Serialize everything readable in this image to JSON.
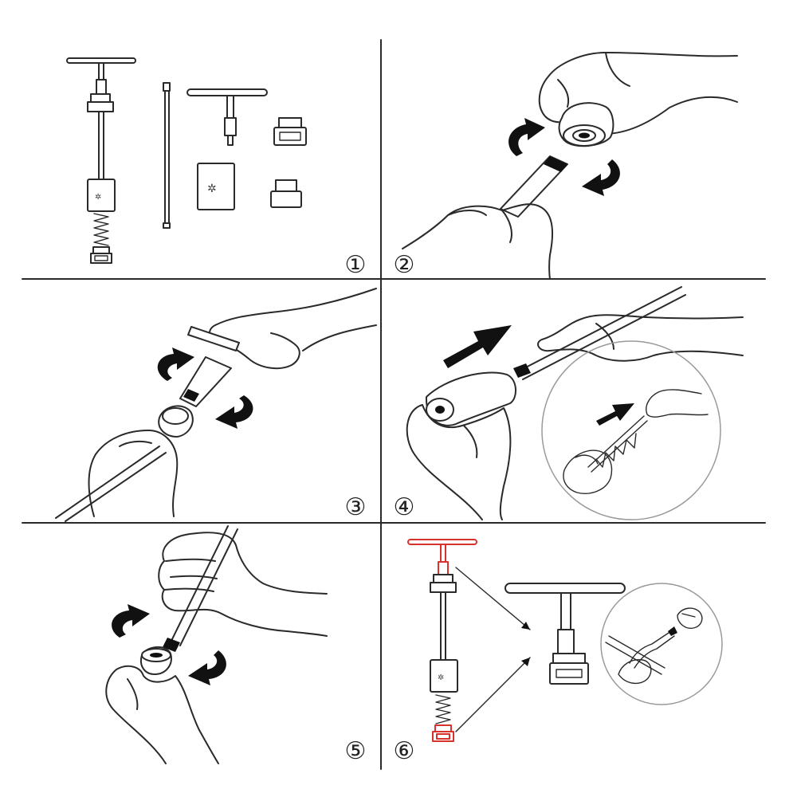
{
  "steps": [
    {
      "number": "1",
      "label": "①"
    },
    {
      "number": "2",
      "label": "②"
    },
    {
      "number": "3",
      "label": "③"
    },
    {
      "number": "4",
      "label": "④"
    },
    {
      "number": "5",
      "label": "⑤"
    },
    {
      "number": "6",
      "label": "⑥"
    }
  ],
  "colors": {
    "line": "#2a2a2a",
    "highlight": "#d8322e",
    "arrow_fill": "#111111",
    "inset_circle": "#9a9a9a",
    "background": "#ffffff"
  },
  "icons": {
    "rotate_arrow": "curved-arrow-icon",
    "push_arrow": "straight-arrow-icon"
  }
}
